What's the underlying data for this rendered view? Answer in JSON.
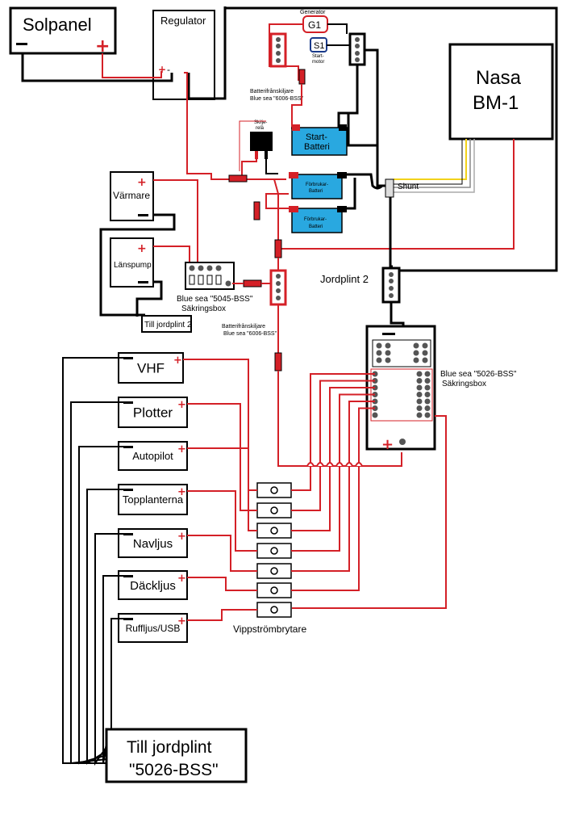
{
  "labels": {
    "solpanel": "Solpanel",
    "regulator": "Regulator",
    "generator": "Generator",
    "g1": "G1",
    "s1": "S1",
    "startmotor_1": "Start-",
    "startmotor_2": "motor",
    "batterifranskiljare_top_1": "Batterifrånskiljare",
    "batterifranskiljare_top_2": "Blue sea \"6006-BSS\"",
    "skiljerela_1": "Skilje-",
    "skiljerela_2": "relä",
    "startbatteri_1": "Start-",
    "startbatteri_2": "Batteri",
    "nasa_1": "Nasa",
    "nasa_2": "BM-1",
    "varmare": "Värmare",
    "lanspump": "Länspump",
    "forbrukar_1": "Förbrukar-",
    "forbrukar_2": "Batteri",
    "shunt": "Shunt",
    "jordplint2": "Jordplint 2",
    "bluesea5045_1": "Blue sea \"5045-BSS\"",
    "bluesea5045_2": "Säkringsbox",
    "till_jordplint2": "Till jordplint 2",
    "batterifranskiljare_bot_1": "Batterifrånskiljare",
    "batterifranskiljare_bot_2": "Blue sea \"6006-BSS\"",
    "bluesea5026_1": "Blue sea \"5026-BSS\"",
    "bluesea5026_2": "Säkringsbox",
    "vippstrombrytare": "Vippströmbrytare",
    "till_jordplint_1": "Till jordplint",
    "till_jordplint_2": "\"5026-BSS\"",
    "plus": "+",
    "minus": "-"
  },
  "consumers": [
    "VHF",
    "Plotter",
    "Autopilot",
    "Topplanterna",
    "Navljus",
    "Däckljus",
    "Ruffljus/USB"
  ],
  "colors": {
    "wire_positive": "#d42027",
    "wire_negative": "#000000",
    "battery": "#29a8e0",
    "shunt_yellow": "#f2d21b"
  }
}
